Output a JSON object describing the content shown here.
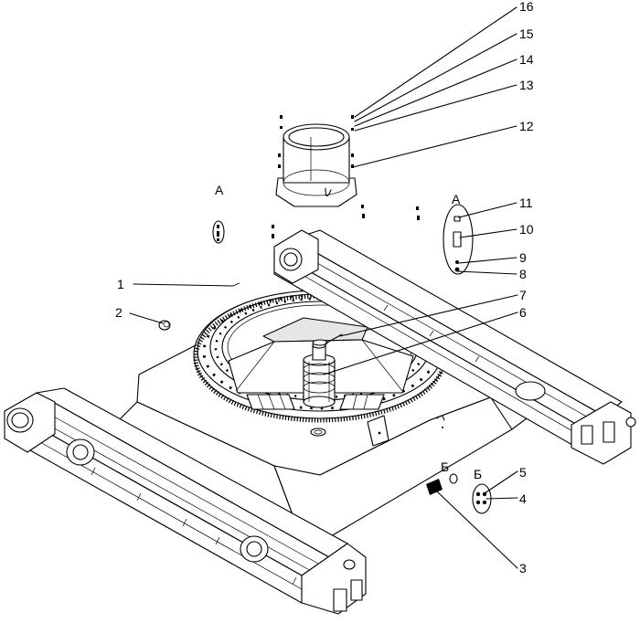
{
  "callouts": [
    {
      "id": "c1",
      "text": "1"
    },
    {
      "id": "c2",
      "text": "2"
    },
    {
      "id": "c3",
      "text": "3"
    },
    {
      "id": "c4",
      "text": "4"
    },
    {
      "id": "c5",
      "text": "5"
    },
    {
      "id": "c6",
      "text": "6"
    },
    {
      "id": "c7",
      "text": "7"
    },
    {
      "id": "c8",
      "text": "8"
    },
    {
      "id": "c9",
      "text": "9"
    },
    {
      "id": "c10",
      "text": "10"
    },
    {
      "id": "c11",
      "text": "11"
    },
    {
      "id": "c12",
      "text": "12"
    },
    {
      "id": "c13",
      "text": "13"
    },
    {
      "id": "c14",
      "text": "14"
    },
    {
      "id": "c15",
      "text": "15"
    },
    {
      "id": "c16",
      "text": "16"
    }
  ],
  "view_markers": {
    "a_left": "А",
    "a_right": "А",
    "b_left": "Б",
    "b_right": "Б"
  }
}
